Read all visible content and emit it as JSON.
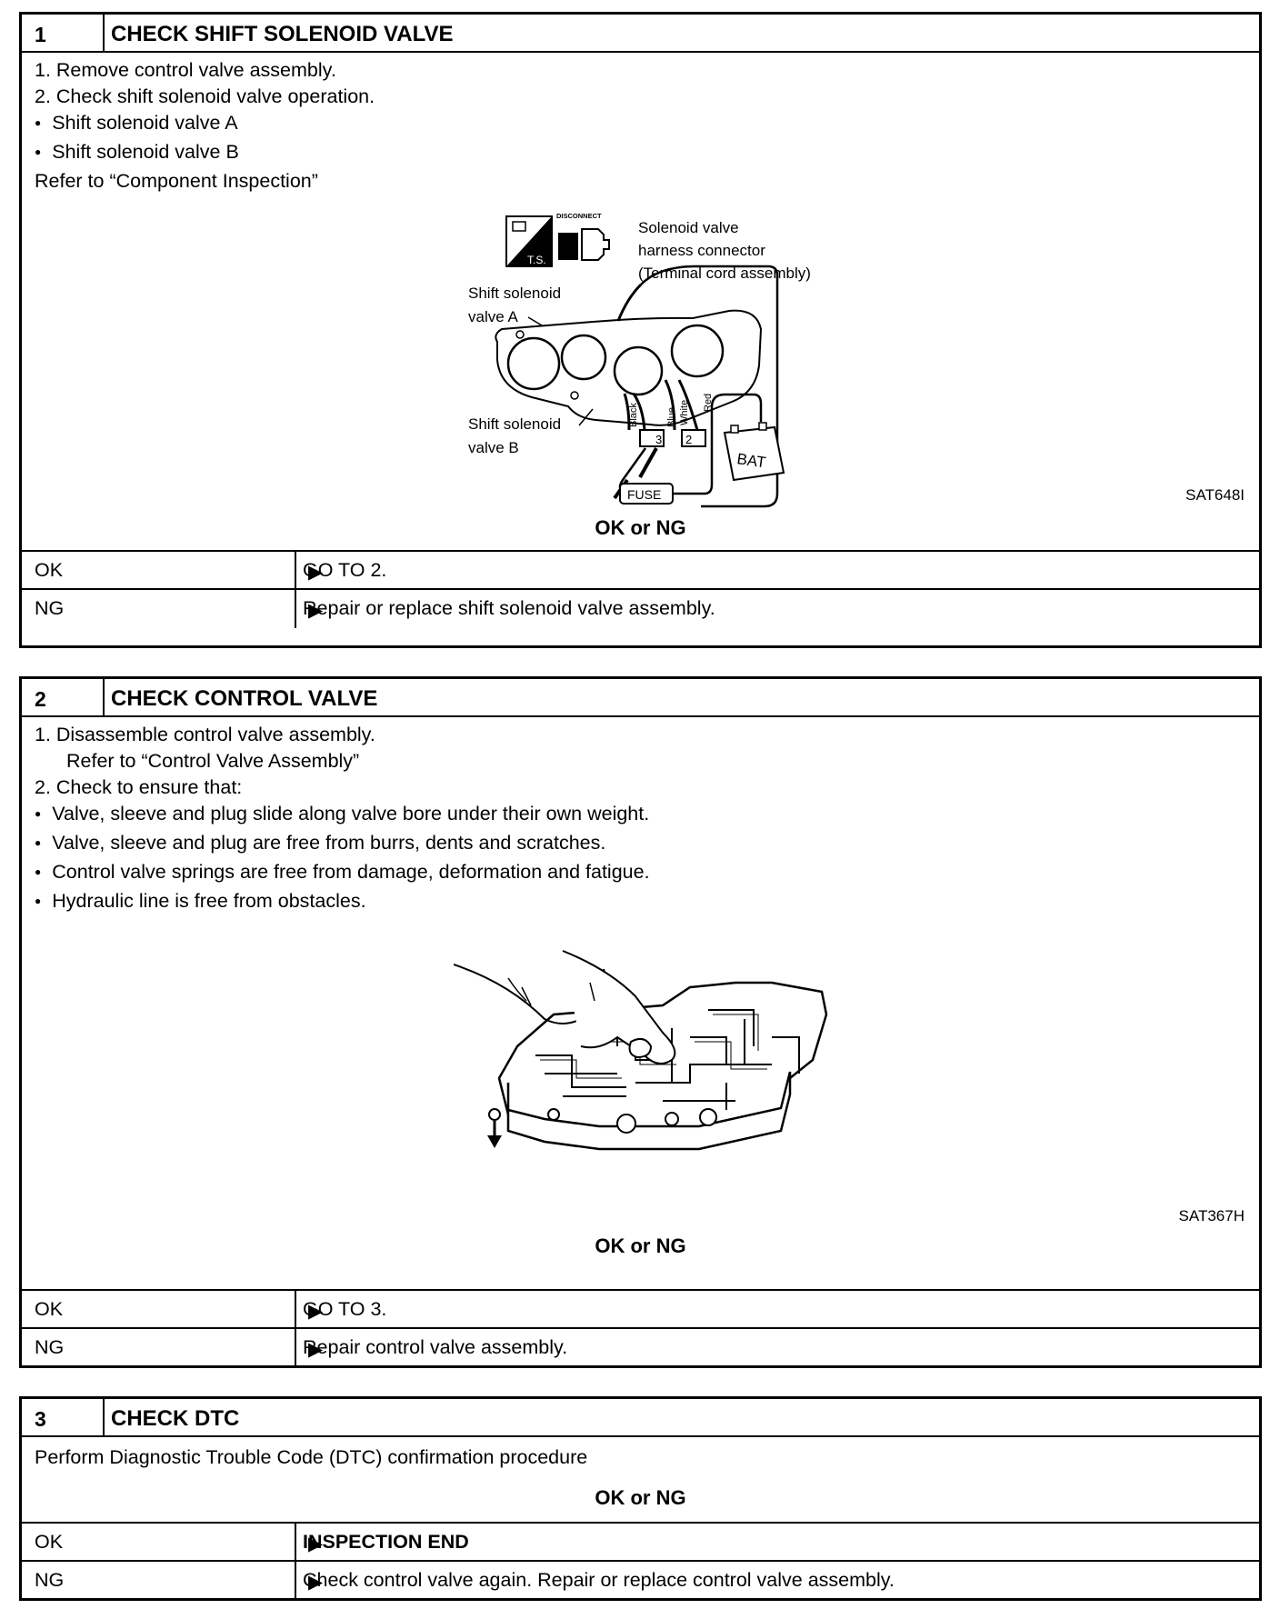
{
  "step1": {
    "number": "1",
    "title": "CHECK SHIFT SOLENOID VALVE",
    "lines": [
      "1.  Remove control valve assembly.",
      "2.  Check shift solenoid valve operation.",
      "Shift solenoid valve A",
      "Shift solenoid valve B",
      "Refer to “Component Inspection”"
    ],
    "figure": {
      "ts_label": "T.S.",
      "disconnect_label": "DISCONNECT",
      "connector_label_1": "Solenoid valve",
      "connector_label_2": "harness connector",
      "connector_label_3": "(Terminal cord assembly)",
      "valve_a_label_1": "Shift solenoid",
      "valve_a_label_2": "valve A",
      "valve_b_label_1": "Shift solenoid",
      "valve_b_label_2": "valve B",
      "wire_black": "Black",
      "wire_blue": "Blue",
      "wire_white": "White",
      "wire_red": "Red",
      "terminal_3": "3",
      "terminal_2": "2",
      "fuse_label": "FUSE",
      "battery_label": "BAT",
      "code": "SAT648I"
    },
    "ok_ng": "OK or NG",
    "ok_label": "OK",
    "ok_result": "GO TO 2.",
    "ng_label": "NG",
    "ng_result": "Repair or replace shift solenoid valve assembly."
  },
  "step2": {
    "number": "2",
    "title": "CHECK CONTROL VALVE",
    "lines": [
      "1.  Disassemble control valve assembly.",
      "Refer to “Control Valve Assembly”",
      "2.  Check to ensure that:",
      "Valve, sleeve and plug slide along valve bore under their own weight.",
      "Valve, sleeve and plug are free from burrs, dents and scratches.",
      "Control valve springs are free from damage, deformation and fatigue.",
      "Hydraulic line is free from obstacles."
    ],
    "figure_code": "SAT367H",
    "ok_ng": "OK or NG",
    "ok_label": "OK",
    "ok_result": "GO TO 3.",
    "ng_label": "NG",
    "ng_result": "Repair control valve assembly."
  },
  "step3": {
    "number": "3",
    "title": "CHECK DTC",
    "line": "Perform Diagnostic Trouble Code (DTC) confirmation procedure",
    "ok_ng": "OK or NG",
    "ok_label": "OK",
    "ok_result": "INSPECTION END",
    "ng_label": "NG",
    "ng_result": "Check control valve again. Repair or replace control valve assembly."
  },
  "arrow_glyph": "▶"
}
